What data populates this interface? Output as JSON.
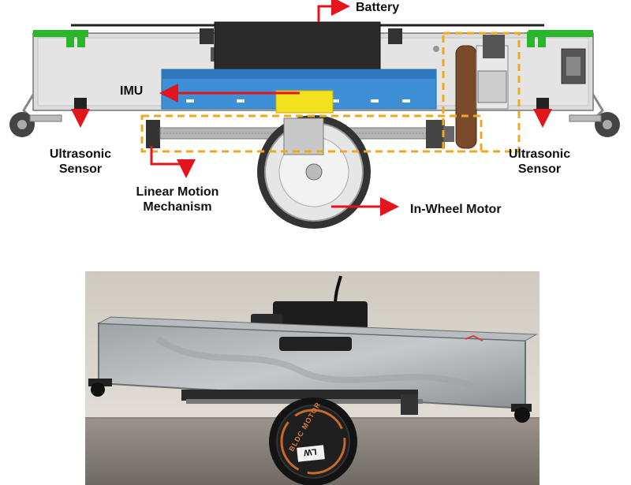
{
  "labels": {
    "battery": "Battery",
    "imu": "IMU",
    "ultrasonic_left_1": "Ultrasonic",
    "ultrasonic_left_2": "Sensor",
    "ultrasonic_right_1": "Ultrasonic",
    "ultrasonic_right_2": "Sensor",
    "linear_motion_1": "Linear Motion",
    "linear_motion_2": "Mechanism",
    "in_wheel_motor": "In-Wheel Motor"
  },
  "photo": {
    "motor_text": "BLDC MOTOR",
    "motor_side": "LW"
  },
  "colors": {
    "arrow": "#e3141b",
    "highlight_box": "#f0a81c",
    "battery": "#2a2a2a",
    "board": "#3f8fd6",
    "imu": "#f2e21d",
    "mount": "#2bb52b",
    "chassis": "#d9d9d9"
  }
}
